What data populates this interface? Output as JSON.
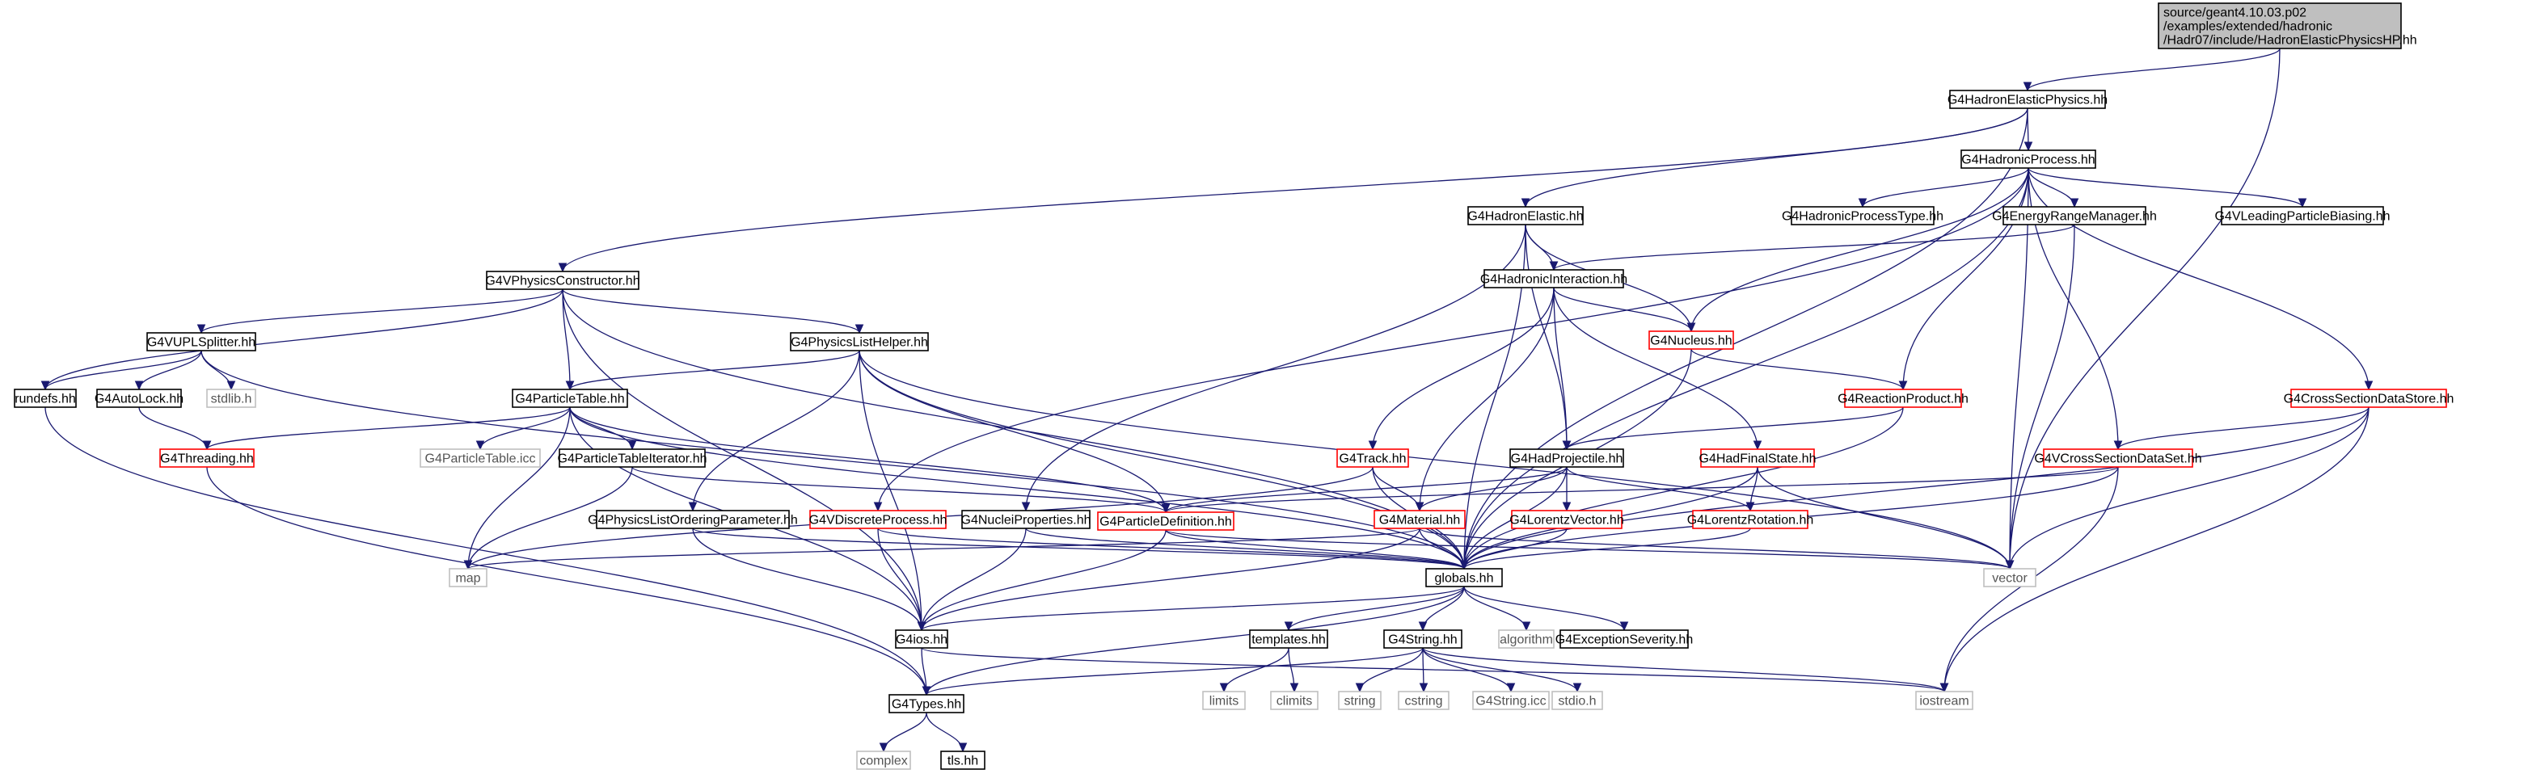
{
  "graph": {
    "colors": {
      "edge": "#191970",
      "root_fill": "#bfbfbf",
      "box_border": "#000000",
      "red_border": "#ff0000",
      "gray_border": "#bfbfbf"
    },
    "nodes": [
      {
        "id": "root",
        "lines": [
          "source/geant4.10.03.p02",
          "/examples/extended/hadronic",
          "/Hadr07/include/HadronElasticPhysicsHP.hh"
        ],
        "style": "root"
      },
      {
        "id": "helastic",
        "lines": [
          "G4HadronElasticPhysics.hh"
        ],
        "style": "black"
      },
      {
        "id": "hproc",
        "lines": [
          "G4HadronicProcess.hh"
        ],
        "style": "black"
      },
      {
        "id": "hel",
        "lines": [
          "G4HadronElastic.hh"
        ],
        "style": "black"
      },
      {
        "id": "hptype",
        "lines": [
          "G4HadronicProcessType.hh"
        ],
        "style": "black"
      },
      {
        "id": "erange",
        "lines": [
          "G4EnergyRangeManager.hh"
        ],
        "style": "black"
      },
      {
        "id": "lpb",
        "lines": [
          "G4VLeadingParticleBiasing.hh"
        ],
        "style": "black"
      },
      {
        "id": "vpc",
        "lines": [
          "G4VPhysicsConstructor.hh"
        ],
        "style": "black"
      },
      {
        "id": "hint",
        "lines": [
          "G4HadronicInteraction.hh"
        ],
        "style": "black"
      },
      {
        "id": "vupl",
        "lines": [
          "G4VUPLSplitter.hh"
        ],
        "style": "black"
      },
      {
        "id": "plh",
        "lines": [
          "G4PhysicsListHelper.hh"
        ],
        "style": "black"
      },
      {
        "id": "nucleus",
        "lines": [
          "G4Nucleus.hh"
        ],
        "style": "red"
      },
      {
        "id": "rundefs",
        "lines": [
          "rundefs.hh"
        ],
        "style": "black"
      },
      {
        "id": "autolock",
        "lines": [
          "G4AutoLock.hh"
        ],
        "style": "black"
      },
      {
        "id": "stdlib",
        "lines": [
          "stdlib.h"
        ],
        "style": "gray"
      },
      {
        "id": "ptable",
        "lines": [
          "G4ParticleTable.hh"
        ],
        "style": "black"
      },
      {
        "id": "rproduct",
        "lines": [
          "G4ReactionProduct.hh"
        ],
        "style": "red"
      },
      {
        "id": "csdstore",
        "lines": [
          "G4CrossSectionDataStore.hh"
        ],
        "style": "red"
      },
      {
        "id": "threading",
        "lines": [
          "G4Threading.hh"
        ],
        "style": "red"
      },
      {
        "id": "pticc",
        "lines": [
          "G4ParticleTable.icc"
        ],
        "style": "gray"
      },
      {
        "id": "ptiter",
        "lines": [
          "G4ParticleTableIterator.hh"
        ],
        "style": "black"
      },
      {
        "id": "track",
        "lines": [
          "G4Track.hh"
        ],
        "style": "red"
      },
      {
        "id": "hadproj",
        "lines": [
          "G4HadProjectile.hh"
        ],
        "style": "black"
      },
      {
        "id": "hadfs",
        "lines": [
          "G4HadFinalState.hh"
        ],
        "style": "red"
      },
      {
        "id": "vcsds",
        "lines": [
          "G4VCrossSectionDataSet.hh"
        ],
        "style": "red"
      },
      {
        "id": "ploparam",
        "lines": [
          "G4PhysicsListOrderingParameter.hh"
        ],
        "style": "black"
      },
      {
        "id": "vdisc",
        "lines": [
          "G4VDiscreteProcess.hh"
        ],
        "style": "red"
      },
      {
        "id": "nprop",
        "lines": [
          "G4NucleiProperties.hh"
        ],
        "style": "black"
      },
      {
        "id": "pdef",
        "lines": [
          "G4ParticleDefinition.hh"
        ],
        "style": "red"
      },
      {
        "id": "material",
        "lines": [
          "G4Material.hh"
        ],
        "style": "red"
      },
      {
        "id": "lvec",
        "lines": [
          "G4LorentzVector.hh"
        ],
        "style": "red"
      },
      {
        "id": "lrot",
        "lines": [
          "G4LorentzRotation.hh"
        ],
        "style": "red"
      },
      {
        "id": "map",
        "lines": [
          "map"
        ],
        "style": "gray"
      },
      {
        "id": "globals",
        "lines": [
          "globals.hh"
        ],
        "style": "black"
      },
      {
        "id": "vector",
        "lines": [
          "vector"
        ],
        "style": "gray"
      },
      {
        "id": "g4ios",
        "lines": [
          "G4ios.hh"
        ],
        "style": "black"
      },
      {
        "id": "templates",
        "lines": [
          "templates.hh"
        ],
        "style": "black"
      },
      {
        "id": "g4string",
        "lines": [
          "G4String.hh"
        ],
        "style": "black"
      },
      {
        "id": "algorithm",
        "lines": [
          "algorithm"
        ],
        "style": "gray"
      },
      {
        "id": "exsev",
        "lines": [
          "G4ExceptionSeverity.hh"
        ],
        "style": "black"
      },
      {
        "id": "limits",
        "lines": [
          "limits"
        ],
        "style": "gray"
      },
      {
        "id": "climits",
        "lines": [
          "climits"
        ],
        "style": "gray"
      },
      {
        "id": "string",
        "lines": [
          "string"
        ],
        "style": "gray"
      },
      {
        "id": "cstring",
        "lines": [
          "cstring"
        ],
        "style": "gray"
      },
      {
        "id": "stricc",
        "lines": [
          "G4String.icc"
        ],
        "style": "gray"
      },
      {
        "id": "stdio",
        "lines": [
          "stdio.h"
        ],
        "style": "gray"
      },
      {
        "id": "iostream",
        "lines": [
          "iostream"
        ],
        "style": "gray"
      },
      {
        "id": "g4types",
        "lines": [
          "G4Types.hh"
        ],
        "style": "black"
      },
      {
        "id": "complex",
        "lines": [
          "complex"
        ],
        "style": "gray"
      },
      {
        "id": "tls",
        "lines": [
          "tls.hh"
        ],
        "style": "black"
      }
    ],
    "edges": [
      [
        "root",
        "helastic"
      ],
      [
        "root",
        "vector"
      ],
      [
        "helastic",
        "hproc"
      ],
      [
        "helastic",
        "hel"
      ],
      [
        "helastic",
        "vpc"
      ],
      [
        "helastic",
        "globals"
      ],
      [
        "hproc",
        "hptype"
      ],
      [
        "hproc",
        "erange"
      ],
      [
        "hproc",
        "lpb"
      ],
      [
        "hproc",
        "nucleus"
      ],
      [
        "hproc",
        "rproduct"
      ],
      [
        "hproc",
        "csdstore"
      ],
      [
        "hproc",
        "vcsds"
      ],
      [
        "hproc",
        "vdisc"
      ],
      [
        "hproc",
        "globals"
      ],
      [
        "hproc",
        "vector"
      ],
      [
        "hel",
        "hint"
      ],
      [
        "hel",
        "nucleus"
      ],
      [
        "hel",
        "hadproj"
      ],
      [
        "hel",
        "nprop"
      ],
      [
        "hel",
        "globals"
      ],
      [
        "erange",
        "hint"
      ],
      [
        "erange",
        "vector"
      ],
      [
        "hint",
        "nucleus"
      ],
      [
        "hint",
        "track"
      ],
      [
        "hint",
        "hadproj"
      ],
      [
        "hint",
        "hadfs"
      ],
      [
        "hint",
        "material"
      ],
      [
        "vpc",
        "vupl"
      ],
      [
        "vpc",
        "plh"
      ],
      [
        "vpc",
        "ptable"
      ],
      [
        "vpc",
        "rundefs"
      ],
      [
        "vpc",
        "g4ios"
      ],
      [
        "vpc",
        "globals"
      ],
      [
        "vupl",
        "rundefs"
      ],
      [
        "vupl",
        "autolock"
      ],
      [
        "vupl",
        "stdlib"
      ],
      [
        "vupl",
        "globals"
      ],
      [
        "plh",
        "ptable"
      ],
      [
        "plh",
        "ploparam"
      ],
      [
        "plh",
        "pdef"
      ],
      [
        "plh",
        "globals"
      ],
      [
        "plh",
        "g4ios"
      ],
      [
        "plh",
        "vector"
      ],
      [
        "autolock",
        "threading"
      ],
      [
        "rundefs",
        "g4types"
      ],
      [
        "threading",
        "g4types"
      ],
      [
        "ptable",
        "threading"
      ],
      [
        "ptable",
        "pticc"
      ],
      [
        "ptable",
        "ptiter"
      ],
      [
        "ptable",
        "pdef"
      ],
      [
        "ptable",
        "map"
      ],
      [
        "ptable",
        "g4ios"
      ],
      [
        "ptable",
        "globals"
      ],
      [
        "ptiter",
        "map"
      ],
      [
        "ptiter",
        "pdef"
      ],
      [
        "nucleus",
        "rproduct"
      ],
      [
        "nucleus",
        "globals"
      ],
      [
        "rproduct",
        "hadproj"
      ],
      [
        "rproduct",
        "globals"
      ],
      [
        "csdstore",
        "vcsds"
      ],
      [
        "csdstore",
        "globals"
      ],
      [
        "csdstore",
        "vector"
      ],
      [
        "csdstore",
        "iostream"
      ],
      [
        "vcsds",
        "pdef"
      ],
      [
        "vcsds",
        "globals"
      ],
      [
        "vcsds",
        "iostream"
      ],
      [
        "track",
        "material"
      ],
      [
        "track",
        "map"
      ],
      [
        "track",
        "globals"
      ],
      [
        "hadproj",
        "material"
      ],
      [
        "hadproj",
        "lvec"
      ],
      [
        "hadproj",
        "lrot"
      ],
      [
        "hadproj",
        "pdef"
      ],
      [
        "hadproj",
        "globals"
      ],
      [
        "hadfs",
        "lrot"
      ],
      [
        "hadfs",
        "globals"
      ],
      [
        "hadfs",
        "vector"
      ],
      [
        "ploparam",
        "globals"
      ],
      [
        "ploparam",
        "g4ios"
      ],
      [
        "vdisc",
        "g4ios"
      ],
      [
        "vdisc",
        "globals"
      ],
      [
        "nprop",
        "globals"
      ],
      [
        "nprop",
        "g4ios"
      ],
      [
        "pdef",
        "globals"
      ],
      [
        "pdef",
        "g4ios"
      ],
      [
        "pdef",
        "vector"
      ],
      [
        "material",
        "globals"
      ],
      [
        "material",
        "g4ios"
      ],
      [
        "material",
        "vector"
      ],
      [
        "material",
        "map"
      ],
      [
        "lvec",
        "globals"
      ],
      [
        "lrot",
        "globals"
      ],
      [
        "globals",
        "g4ios"
      ],
      [
        "globals",
        "templates"
      ],
      [
        "globals",
        "g4string"
      ],
      [
        "globals",
        "algorithm"
      ],
      [
        "globals",
        "exsev"
      ],
      [
        "globals",
        "g4types"
      ],
      [
        "g4ios",
        "g4types"
      ],
      [
        "g4ios",
        "iostream"
      ],
      [
        "templates",
        "limits"
      ],
      [
        "templates",
        "climits"
      ],
      [
        "g4string",
        "string"
      ],
      [
        "g4string",
        "cstring"
      ],
      [
        "g4string",
        "stricc"
      ],
      [
        "g4string",
        "stdio"
      ],
      [
        "g4string",
        "iostream"
      ],
      [
        "g4string",
        "g4types"
      ],
      [
        "g4types",
        "complex"
      ],
      [
        "g4types",
        "tls"
      ]
    ]
  }
}
